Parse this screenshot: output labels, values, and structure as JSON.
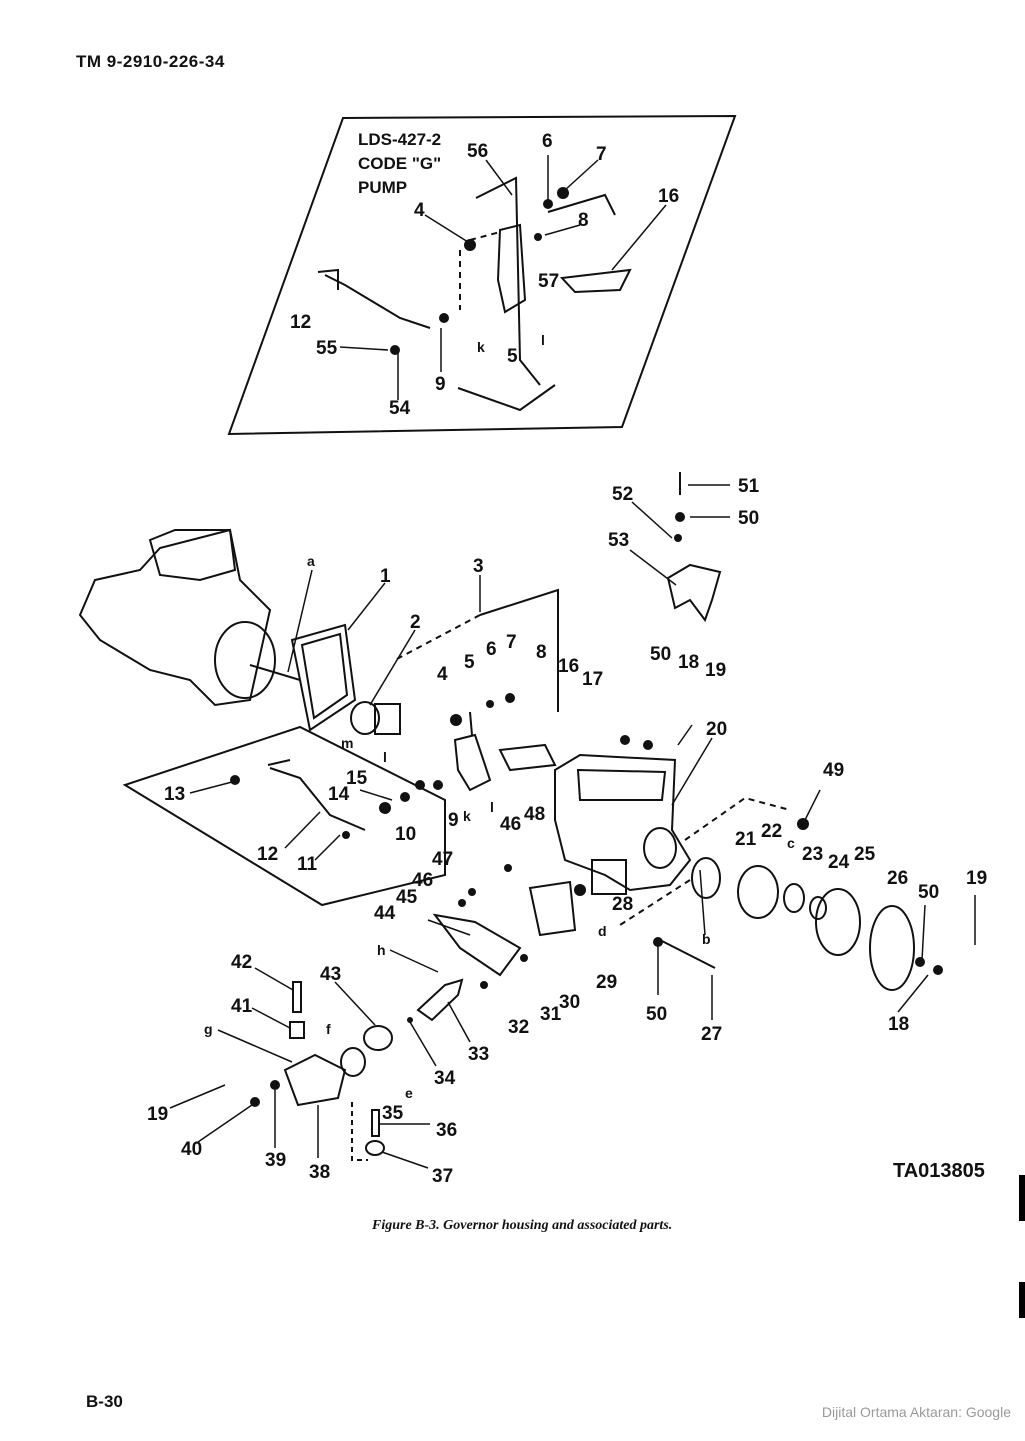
{
  "header": {
    "doc_number": "TM 9-2910-226-34"
  },
  "inset": {
    "lines": [
      "LDS-427-2",
      "CODE \"G\"",
      "PUMP"
    ]
  },
  "figure": {
    "caption": "Figure B-3. Governor housing and associated parts.",
    "code": "TA013805"
  },
  "page_number": "B-30",
  "watermark": "Dijital Ortama Aktaran: Google",
  "callouts": [
    "56",
    "6",
    "7",
    "16",
    "4",
    "8",
    "57",
    "12",
    "55",
    "9",
    "k",
    "5",
    "l",
    "54",
    "51",
    "52",
    "50",
    "53",
    "a",
    "1",
    "3",
    "2",
    "7",
    "6",
    "5",
    "4",
    "8",
    "16",
    "17",
    "50",
    "18",
    "19",
    "20",
    "m",
    "l",
    "13",
    "15",
    "14",
    "10",
    "9",
    "k",
    "l",
    "12",
    "11",
    "46",
    "48",
    "49",
    "21",
    "22",
    "c",
    "23",
    "24",
    "25",
    "47",
    "46",
    "45",
    "28",
    "44",
    "d",
    "26",
    "50",
    "19",
    "b",
    "h",
    "29",
    "31",
    "30",
    "50",
    "27",
    "18",
    "42",
    "43",
    "f",
    "41",
    "32",
    "33",
    "g",
    "34",
    "e",
    "35",
    "36",
    "19",
    "40",
    "39",
    "38",
    "37"
  ]
}
